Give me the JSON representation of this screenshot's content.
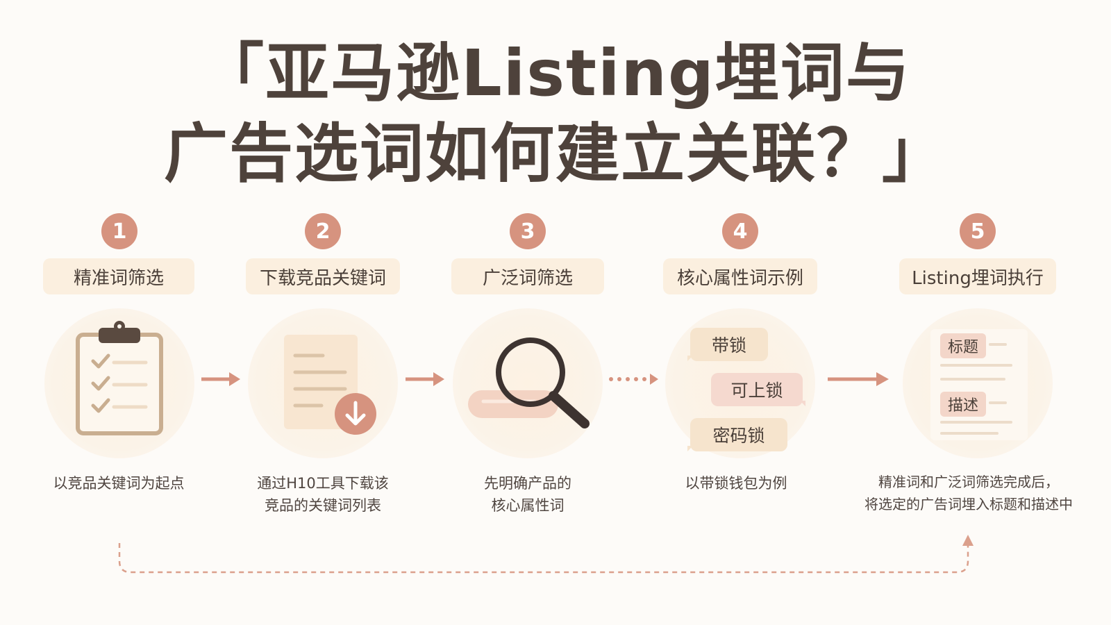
{
  "title": {
    "line1": "「亚马逊Listing埋词与",
    "line2": "广告选词如何建立关联？」"
  },
  "steps": [
    {
      "number": "1",
      "label": "精准词筛选",
      "icon": "clipboard-checklist-icon",
      "desc": "以竞品关键词为起点"
    },
    {
      "number": "2",
      "label": "下载竞品关键词",
      "icon": "document-download-icon",
      "desc": "通过H10工具下载该\n竞品的关键词列表"
    },
    {
      "number": "3",
      "label": "广泛词筛选",
      "icon": "magnifier-icon",
      "desc": "先明确产品的\n核心属性词"
    },
    {
      "number": "4",
      "label": "核心属性词示例",
      "icon": "keyword-chips-icon",
      "desc": "以带锁钱包为例",
      "chips": [
        "带锁",
        "可上锁",
        "密码锁"
      ]
    },
    {
      "number": "5",
      "label": "Listing埋词执行",
      "icon": "listing-document-icon",
      "desc": "精准词和广泛词筛选完成后，\n将选定的广告词埋入标题和描述中",
      "tags": [
        "标题",
        "描述"
      ]
    }
  ],
  "colors": {
    "accent": "#d6937f",
    "label_bg": "#fbefdf",
    "title_text": "#4e423b",
    "chip_peach": "#f6e4cd",
    "chip_pink": "#f5d9cf"
  }
}
